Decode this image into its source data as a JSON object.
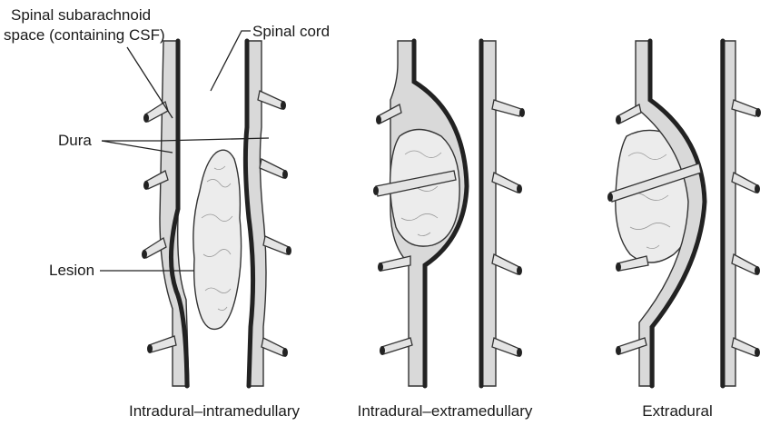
{
  "labels": {
    "subarachnoid_line1": "Spinal subarachnoid",
    "subarachnoid_line2": "space (containing CSF)",
    "spinal_cord": "Spinal cord",
    "dura": "Dura",
    "lesion": "Lesion"
  },
  "captions": [
    "Intradural–intramedullary",
    "Intradural–extramedullary",
    "Extradural"
  ],
  "colors": {
    "outline": "#222222",
    "csf_fill": "#d9d9d9",
    "lesion_fill": "#ececec"
  }
}
